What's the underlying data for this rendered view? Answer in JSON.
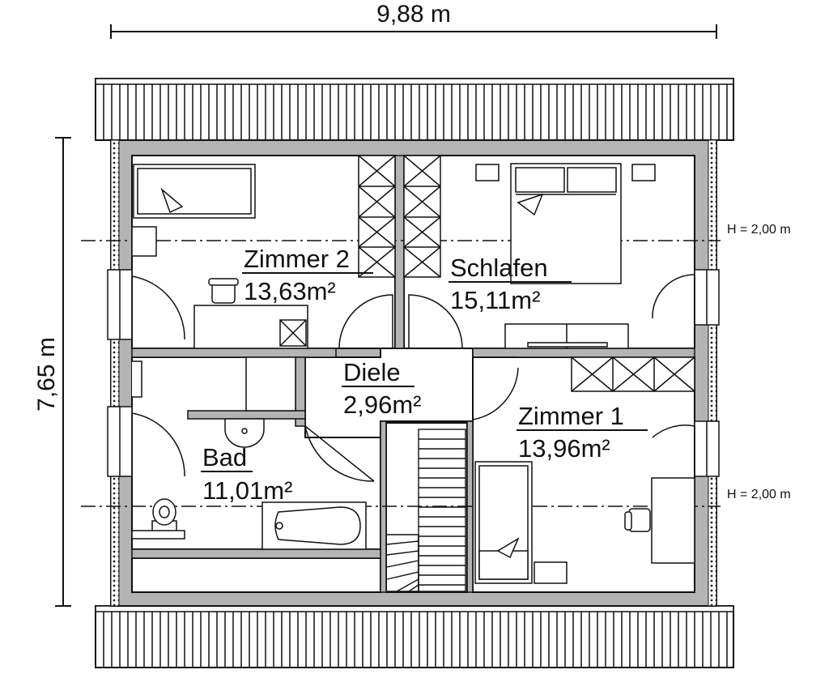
{
  "dimensions": {
    "width": "9,88 m",
    "depth": "7,65 m"
  },
  "height_markers": [
    {
      "label": "H = 2,00 m"
    },
    {
      "label": "H = 2,00 m"
    }
  ],
  "rooms": [
    {
      "id": "zimmer2",
      "name": "Zimmer 2",
      "area": "13,63m²"
    },
    {
      "id": "schlafen",
      "name": "Schlafen",
      "area": "15,11m²"
    },
    {
      "id": "diele",
      "name": "Diele",
      "area": "2,96m²"
    },
    {
      "id": "zimmer1",
      "name": "Zimmer 1",
      "area": "13,96m²"
    },
    {
      "id": "bad",
      "name": "Bad",
      "area": "11,01m²"
    }
  ],
  "colors": {
    "wall": "#b4b4b4",
    "line": "#111111",
    "background": "#ffffff"
  }
}
